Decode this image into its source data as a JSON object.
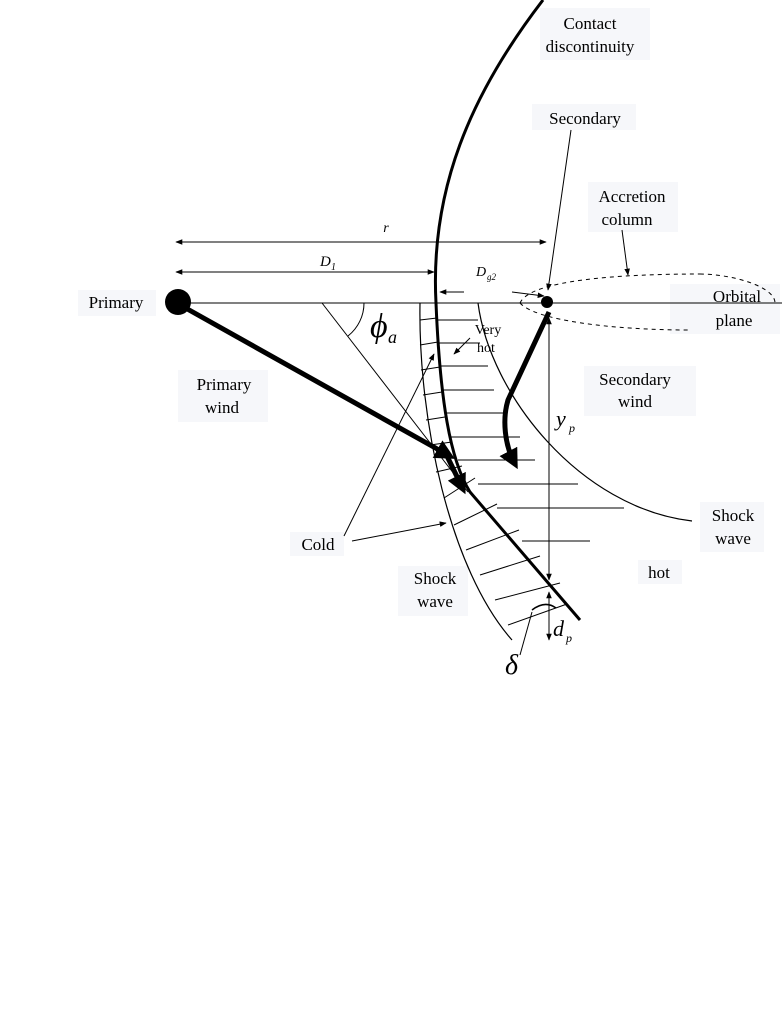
{
  "labels": {
    "contact_discontinuity": [
      "Contact",
      "discontinuity"
    ],
    "secondary": "Secondary",
    "accretion_column": [
      "Accretion",
      "column"
    ],
    "orbital_plane": [
      "Orbital",
      "plane"
    ],
    "primary": "Primary",
    "primary_wind": [
      "Primary",
      "wind"
    ],
    "very_hot": [
      "Very",
      "hot"
    ],
    "secondary_wind": [
      "Secondary",
      "wind"
    ],
    "shock_wave_right": [
      "Shock",
      "wave"
    ],
    "shock_wave_left": [
      "Shock",
      "wave"
    ],
    "cold": "Cold",
    "hot": "hot"
  },
  "symbols": {
    "r": "r",
    "d1_main": "D",
    "d1_sub": "1",
    "dg2_main": "D",
    "dg2_sub": "g2",
    "phi_main": "ϕ",
    "phi_sub": "a",
    "yp_main": "y",
    "yp_sub": "p",
    "dp_main": "d",
    "dp_sub": "p",
    "delta": "δ"
  }
}
